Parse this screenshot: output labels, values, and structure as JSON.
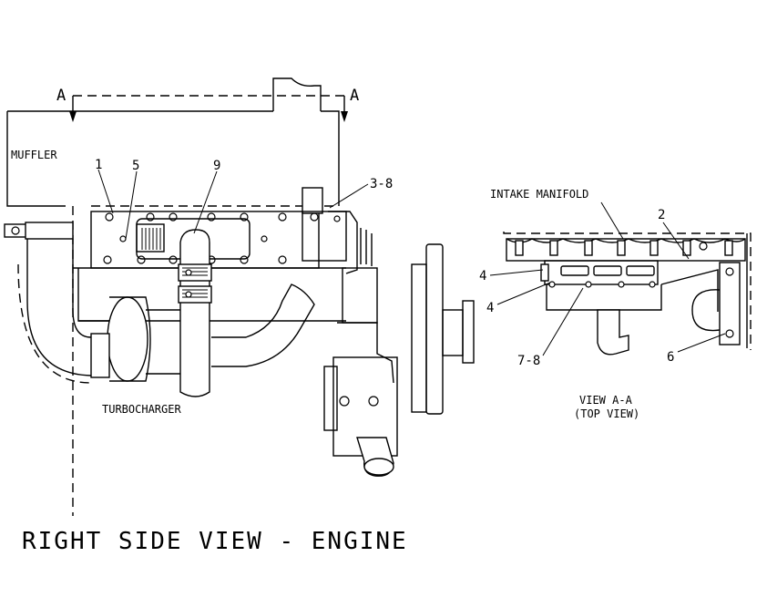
{
  "section_marker": "A",
  "labels": {
    "muffler": "MUFFLER",
    "turbocharger": "TURBOCHARGER",
    "intake_manifold": "INTAKE MANIFOLD",
    "view_a_a_line1": "VIEW A-A",
    "view_a_a_line2": "(TOP VIEW)",
    "title": "RIGHT SIDE VIEW - ENGINE"
  },
  "callouts": {
    "c1": "1",
    "c5": "5",
    "c9": "9",
    "c3_8": "3-8",
    "c2": "2",
    "c4_upper": "4",
    "c4_lower": "4",
    "c7_8": "7-8",
    "c6": "6"
  }
}
